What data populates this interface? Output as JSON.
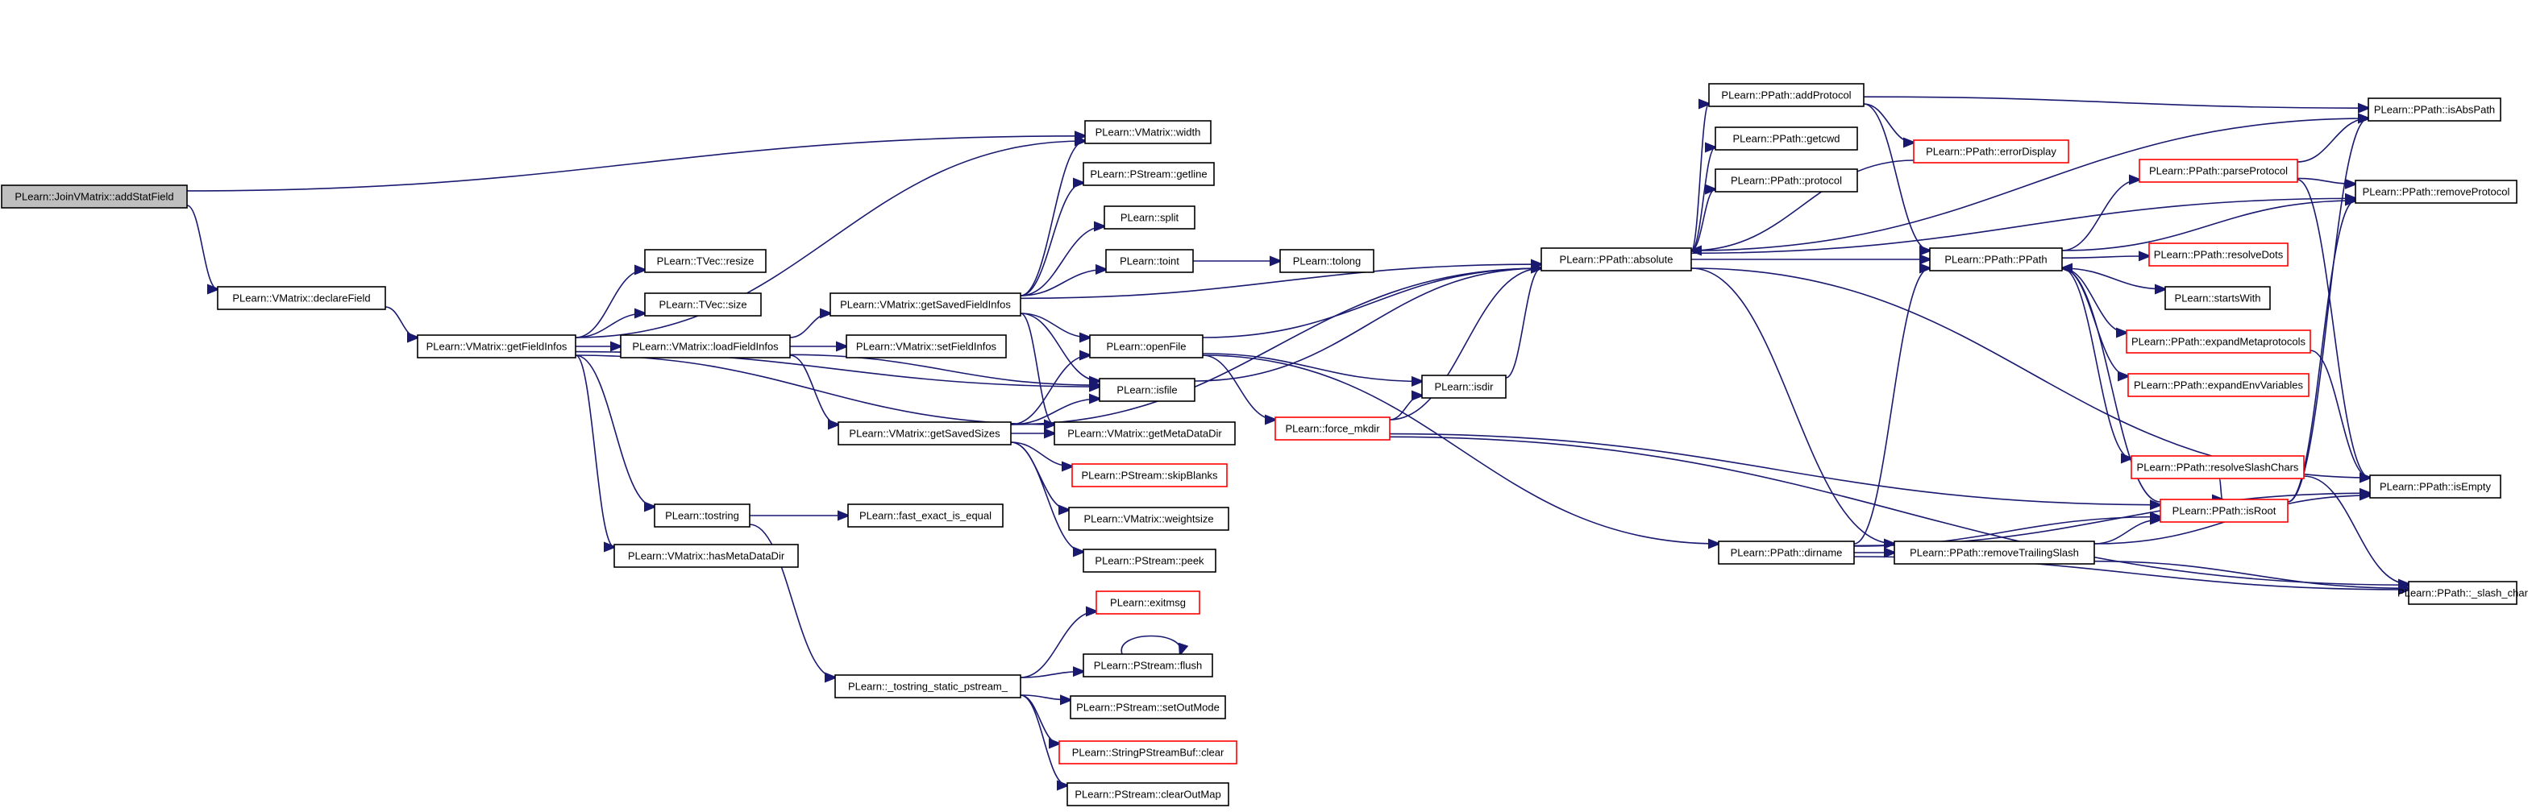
{
  "colors": {
    "edge": "#191970",
    "normal_border": "#000000",
    "red_border": "#ff0000",
    "root_fill": "#bfbfbf",
    "node_fill": "#ffffff"
  },
  "nodes": [
    {
      "id": "addStatField",
      "label": "PLearn::JoinVMatrix::addStatField",
      "style": "root"
    },
    {
      "id": "declareField",
      "label": "PLearn::VMatrix::declareField",
      "style": "normal"
    },
    {
      "id": "getFieldInfos",
      "label": "PLearn::VMatrix::getFieldInfos",
      "style": "normal"
    },
    {
      "id": "width",
      "label": "PLearn::VMatrix::width",
      "style": "normal"
    },
    {
      "id": "resize",
      "label": "PLearn::TVec::resize",
      "style": "normal"
    },
    {
      "id": "size",
      "label": "PLearn::TVec::size",
      "style": "normal"
    },
    {
      "id": "loadFieldInfos",
      "label": "PLearn::VMatrix::loadFieldInfos",
      "style": "normal"
    },
    {
      "id": "getSavedFieldInfos",
      "label": "PLearn::VMatrix::getSavedFieldInfos",
      "style": "normal"
    },
    {
      "id": "setFieldInfos",
      "label": "PLearn::VMatrix::setFieldInfos",
      "style": "normal"
    },
    {
      "id": "getSavedSizes",
      "label": "PLearn::VMatrix::getSavedSizes",
      "style": "normal"
    },
    {
      "id": "tostring",
      "label": "PLearn::tostring",
      "style": "normal"
    },
    {
      "id": "hasMetaDataDir",
      "label": "PLearn::VMatrix::hasMetaDataDir",
      "style": "normal"
    },
    {
      "id": "getline",
      "label": "PLearn::PStream::getline",
      "style": "normal"
    },
    {
      "id": "split",
      "label": "PLearn::split",
      "style": "normal"
    },
    {
      "id": "toint",
      "label": "PLearn::toint",
      "style": "normal"
    },
    {
      "id": "tolong",
      "label": "PLearn::tolong",
      "style": "normal"
    },
    {
      "id": "openFile",
      "label": "PLearn::openFile",
      "style": "normal"
    },
    {
      "id": "isfile",
      "label": "PLearn::isfile",
      "style": "normal"
    },
    {
      "id": "getMetaDataDir",
      "label": "PLearn::VMatrix::getMetaDataDir",
      "style": "normal"
    },
    {
      "id": "skipBlanks",
      "label": "PLearn::PStream::skipBlanks",
      "style": "red"
    },
    {
      "id": "weightsize",
      "label": "PLearn::VMatrix::weightsize",
      "style": "normal"
    },
    {
      "id": "peek",
      "label": "PLearn::PStream::peek",
      "style": "normal"
    },
    {
      "id": "fast_exact_is_equal",
      "label": "PLearn::fast_exact_is_equal",
      "style": "normal"
    },
    {
      "id": "tostring_static",
      "label": "PLearn::_tostring_static_pstream_",
      "style": "normal"
    },
    {
      "id": "exitmsg",
      "label": "PLearn::exitmsg",
      "style": "red"
    },
    {
      "id": "flush",
      "label": "PLearn::PStream::flush",
      "style": "normal"
    },
    {
      "id": "setOutMode",
      "label": "PLearn::PStream::setOutMode",
      "style": "normal"
    },
    {
      "id": "sbclear",
      "label": "PLearn::StringPStreamBuf::clear",
      "style": "red"
    },
    {
      "id": "clearOutMap",
      "label": "PLearn::PStream::clearOutMap",
      "style": "normal"
    },
    {
      "id": "force_mkdir",
      "label": "PLearn::force_mkdir",
      "style": "red"
    },
    {
      "id": "isdir",
      "label": "PLearn::isdir",
      "style": "normal"
    },
    {
      "id": "absolute",
      "label": "PLearn::PPath::absolute",
      "style": "normal"
    },
    {
      "id": "addProtocol",
      "label": "PLearn::PPath::addProtocol",
      "style": "normal"
    },
    {
      "id": "getcwd",
      "label": "PLearn::PPath::getcwd",
      "style": "normal"
    },
    {
      "id": "protocol",
      "label": "PLearn::PPath::protocol",
      "style": "normal"
    },
    {
      "id": "errorDisplay",
      "label": "PLearn::PPath::errorDisplay",
      "style": "red"
    },
    {
      "id": "PPath",
      "label": "PLearn::PPath::PPath",
      "style": "normal"
    },
    {
      "id": "dirname",
      "label": "PLearn::PPath::dirname",
      "style": "normal"
    },
    {
      "id": "removeTrailingSlash",
      "label": "PLearn::PPath::removeTrailingSlash",
      "style": "normal"
    },
    {
      "id": "parseProtocol",
      "label": "PLearn::PPath::parseProtocol",
      "style": "red"
    },
    {
      "id": "resolveDots",
      "label": "PLearn::PPath::resolveDots",
      "style": "red"
    },
    {
      "id": "startsWith",
      "label": "PLearn::startsWith",
      "style": "normal"
    },
    {
      "id": "expandMetaprotocols",
      "label": "PLearn::PPath::expandMetaprotocols",
      "style": "red"
    },
    {
      "id": "expandEnvVariables",
      "label": "PLearn::PPath::expandEnvVariables",
      "style": "red"
    },
    {
      "id": "resolveSlashChars",
      "label": "PLearn::PPath::resolveSlashChars",
      "style": "red"
    },
    {
      "id": "isRoot",
      "label": "PLearn::PPath::isRoot",
      "style": "red"
    },
    {
      "id": "isAbsPath",
      "label": "PLearn::PPath::isAbsPath",
      "style": "normal"
    },
    {
      "id": "removeProtocol",
      "label": "PLearn::PPath::removeProtocol",
      "style": "normal"
    },
    {
      "id": "isEmpty",
      "label": "PLearn::PPath::isEmpty",
      "style": "normal"
    },
    {
      "id": "slash_char",
      "label": "PLearn::PPath::_slash_char",
      "style": "normal"
    }
  ],
  "edges": [
    [
      "addStatField",
      "width"
    ],
    [
      "addStatField",
      "declareField"
    ],
    [
      "declareField",
      "getFieldInfos"
    ],
    [
      "getFieldInfos",
      "width"
    ],
    [
      "getFieldInfos",
      "resize"
    ],
    [
      "getFieldInfos",
      "size"
    ],
    [
      "getFieldInfos",
      "loadFieldInfos"
    ],
    [
      "getFieldInfos",
      "isfile"
    ],
    [
      "getFieldInfos",
      "getMetaDataDir"
    ],
    [
      "getFieldInfos",
      "tostring"
    ],
    [
      "getFieldInfos",
      "hasMetaDataDir"
    ],
    [
      "loadFieldInfos",
      "getSavedFieldInfos"
    ],
    [
      "loadFieldInfos",
      "setFieldInfos"
    ],
    [
      "loadFieldInfos",
      "getSavedSizes"
    ],
    [
      "loadFieldInfos",
      "isfile"
    ],
    [
      "getSavedFieldInfos",
      "width"
    ],
    [
      "getSavedFieldInfos",
      "getline"
    ],
    [
      "getSavedFieldInfos",
      "split"
    ],
    [
      "getSavedFieldInfos",
      "toint"
    ],
    [
      "getSavedFieldInfos",
      "absolute"
    ],
    [
      "getSavedFieldInfos",
      "openFile"
    ],
    [
      "getSavedFieldInfos",
      "isfile"
    ],
    [
      "getSavedFieldInfos",
      "getMetaDataDir"
    ],
    [
      "getSavedSizes",
      "openFile"
    ],
    [
      "getSavedSizes",
      "isfile"
    ],
    [
      "getSavedSizes",
      "getMetaDataDir"
    ],
    [
      "getSavedSizes",
      "skipBlanks"
    ],
    [
      "getSavedSizes",
      "weightsize"
    ],
    [
      "getSavedSizes",
      "peek"
    ],
    [
      "getSavedSizes",
      "absolute"
    ],
    [
      "toint",
      "tolong"
    ],
    [
      "tostring",
      "fast_exact_is_equal"
    ],
    [
      "tostring",
      "tostring_static"
    ],
    [
      "tostring_static",
      "exitmsg"
    ],
    [
      "tostring_static",
      "flush"
    ],
    [
      "tostring_static",
      "setOutMode"
    ],
    [
      "tostring_static",
      "sbclear"
    ],
    [
      "tostring_static",
      "clearOutMap"
    ],
    [
      "flush",
      "flush"
    ],
    [
      "openFile",
      "absolute"
    ],
    [
      "openFile",
      "isdir"
    ],
    [
      "openFile",
      "force_mkdir"
    ],
    [
      "openFile",
      "dirname"
    ],
    [
      "isfile",
      "absolute"
    ],
    [
      "force_mkdir",
      "isdir"
    ],
    [
      "force_mkdir",
      "absolute"
    ],
    [
      "force_mkdir",
      "isRoot"
    ],
    [
      "force_mkdir",
      "slash_char"
    ],
    [
      "isdir",
      "absolute"
    ],
    [
      "absolute",
      "addProtocol"
    ],
    [
      "absolute",
      "getcwd"
    ],
    [
      "absolute",
      "protocol"
    ],
    [
      "absolute",
      "PPath"
    ],
    [
      "absolute",
      "isAbsPath"
    ],
    [
      "absolute",
      "removeProtocol"
    ],
    [
      "absolute",
      "isEmpty"
    ],
    [
      "absolute",
      "removeTrailingSlash"
    ],
    [
      "addProtocol",
      "isAbsPath"
    ],
    [
      "addProtocol",
      "errorDisplay"
    ],
    [
      "addProtocol",
      "PPath"
    ],
    [
      "errorDisplay",
      "absolute"
    ],
    [
      "PPath",
      "parseProtocol"
    ],
    [
      "PPath",
      "resolveDots"
    ],
    [
      "PPath",
      "startsWith"
    ],
    [
      "PPath",
      "expandMetaprotocols"
    ],
    [
      "PPath",
      "expandEnvVariables"
    ],
    [
      "PPath",
      "resolveSlashChars"
    ],
    [
      "PPath",
      "removeProtocol"
    ],
    [
      "parseProtocol",
      "isAbsPath"
    ],
    [
      "parseProtocol",
      "removeProtocol"
    ],
    [
      "parseProtocol",
      "isEmpty"
    ],
    [
      "expandMetaprotocols",
      "isEmpty"
    ],
    [
      "resolveSlashChars",
      "isRoot"
    ],
    [
      "resolveSlashChars",
      "slash_char"
    ],
    [
      "dirname",
      "PPath"
    ],
    [
      "dirname",
      "removeTrailingSlash"
    ],
    [
      "dirname",
      "isRoot"
    ],
    [
      "dirname",
      "isEmpty"
    ],
    [
      "dirname",
      "slash_char"
    ],
    [
      "removeTrailingSlash",
      "isRoot"
    ],
    [
      "removeTrailingSlash",
      "isEmpty"
    ],
    [
      "removeTrailingSlash",
      "slash_char"
    ],
    [
      "isRoot",
      "isAbsPath"
    ],
    [
      "isRoot",
      "removeProtocol"
    ],
    [
      "isRoot",
      "PPath"
    ]
  ]
}
